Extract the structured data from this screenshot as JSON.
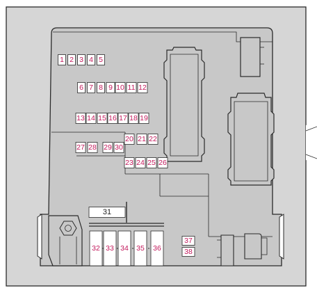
{
  "diagram": {
    "colors": {
      "background": "#d6d6d6",
      "box": "#c8c8c8",
      "fuse": "#ffffff",
      "label": "#c2185b",
      "line": "#2a2a2a"
    },
    "fuses": [
      {
        "id": "1",
        "label": "1"
      },
      {
        "id": "2",
        "label": "2"
      },
      {
        "id": "3",
        "label": "3"
      },
      {
        "id": "4",
        "label": "4"
      },
      {
        "id": "5",
        "label": "5"
      },
      {
        "id": "6",
        "label": "6"
      },
      {
        "id": "7",
        "label": "7"
      },
      {
        "id": "8",
        "label": "8"
      },
      {
        "id": "9",
        "label": "9"
      },
      {
        "id": "10",
        "label": "10"
      },
      {
        "id": "11",
        "label": "11"
      },
      {
        "id": "12",
        "label": "12"
      },
      {
        "id": "13",
        "label": "13"
      },
      {
        "id": "14",
        "label": "14"
      },
      {
        "id": "15",
        "label": "15"
      },
      {
        "id": "16",
        "label": "16"
      },
      {
        "id": "17",
        "label": "17"
      },
      {
        "id": "18",
        "label": "18"
      },
      {
        "id": "19",
        "label": "19"
      },
      {
        "id": "20",
        "label": "20"
      },
      {
        "id": "21",
        "label": "21"
      },
      {
        "id": "22",
        "label": "22"
      },
      {
        "id": "23",
        "label": "23"
      },
      {
        "id": "24",
        "label": "24"
      },
      {
        "id": "25",
        "label": "25"
      },
      {
        "id": "26",
        "label": "26"
      },
      {
        "id": "27",
        "label": "27"
      },
      {
        "id": "28",
        "label": "28"
      },
      {
        "id": "29",
        "label": "29"
      },
      {
        "id": "30",
        "label": "30"
      },
      {
        "id": "31",
        "label": "31"
      },
      {
        "id": "32",
        "label": "32"
      },
      {
        "id": "33",
        "label": "33"
      },
      {
        "id": "34",
        "label": "34"
      },
      {
        "id": "35",
        "label": "35"
      },
      {
        "id": "36",
        "label": "36"
      },
      {
        "id": "37",
        "label": "37"
      },
      {
        "id": "38",
        "label": "38"
      }
    ]
  }
}
